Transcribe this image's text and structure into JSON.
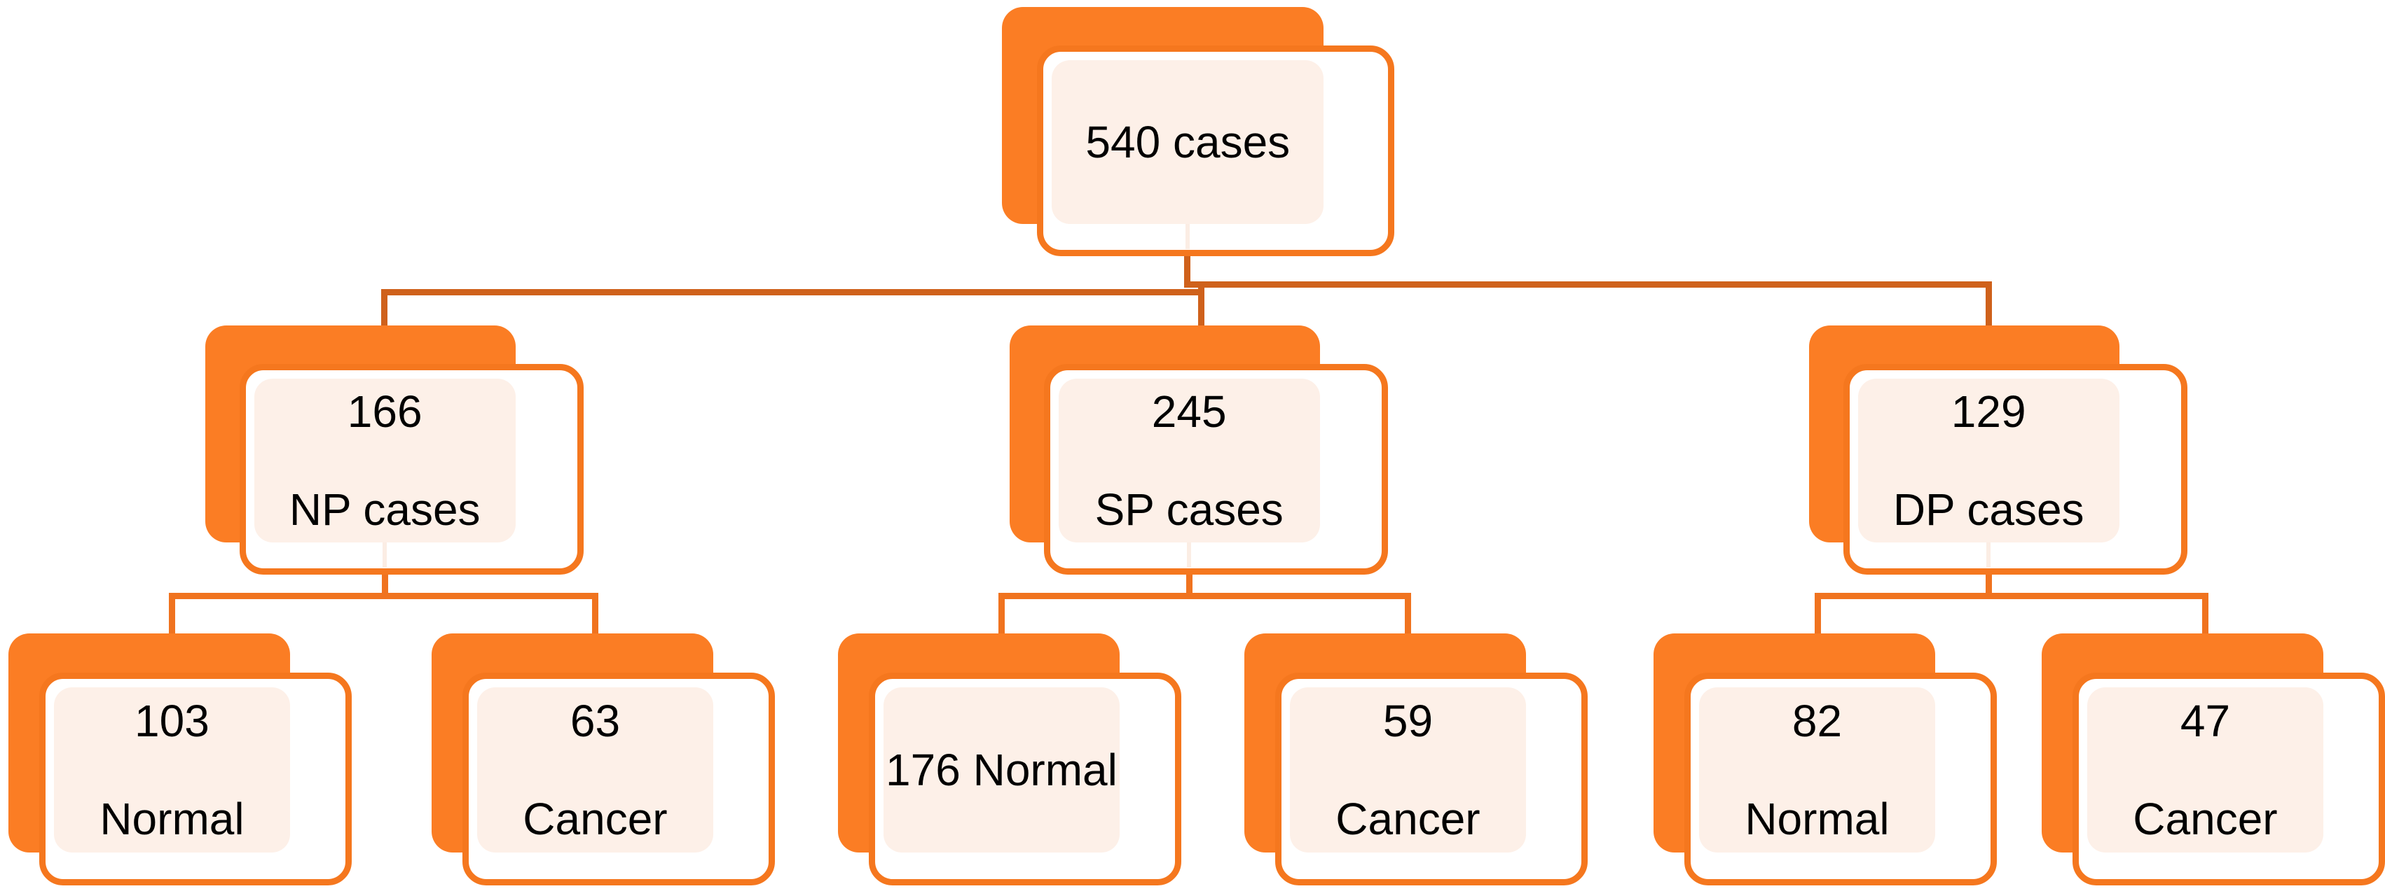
{
  "diagram": {
    "root": {
      "line1": "540 cases"
    },
    "level2": [
      {
        "line1": "166",
        "line2": "NP cases"
      },
      {
        "line1": "245",
        "line2": "SP cases"
      },
      {
        "line1": "129",
        "line2": "DP cases"
      }
    ],
    "level3": [
      {
        "line1": "103",
        "line2": "Normal"
      },
      {
        "line1": "63",
        "line2": "Cancer"
      },
      {
        "line1": "176 Normal"
      },
      {
        "line1": "59",
        "line2": "Cancer"
      },
      {
        "line1": "82",
        "line2": "Normal"
      },
      {
        "line1": "47",
        "line2": "Cancer"
      }
    ]
  },
  "colors": {
    "box_orange": "#FB7D24",
    "border_orange": "#F5771E",
    "peach": "#FDF0E8",
    "connector_dark": "#CF611B",
    "connector_bright": "#F0731F",
    "stub": "#FBEDE4",
    "text": "#000000"
  }
}
